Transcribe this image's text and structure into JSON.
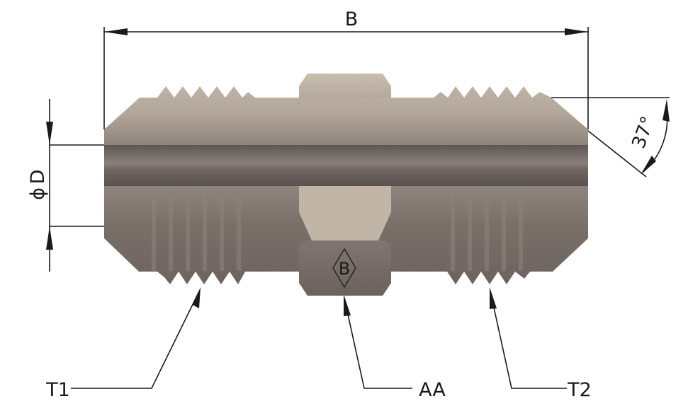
{
  "labels": {
    "overall_length": "B",
    "diameter": "D",
    "diameter_symbol": "ϕ",
    "angle": "37°",
    "thread_left": "T1",
    "hex_flats": "AA",
    "thread_right": "T2",
    "logo_letter": "B"
  },
  "colors": {
    "body_light": "#c2b6a9",
    "body_dark": "#7d726b",
    "bore": "#6b6360",
    "lines": "#1a1a1a"
  }
}
